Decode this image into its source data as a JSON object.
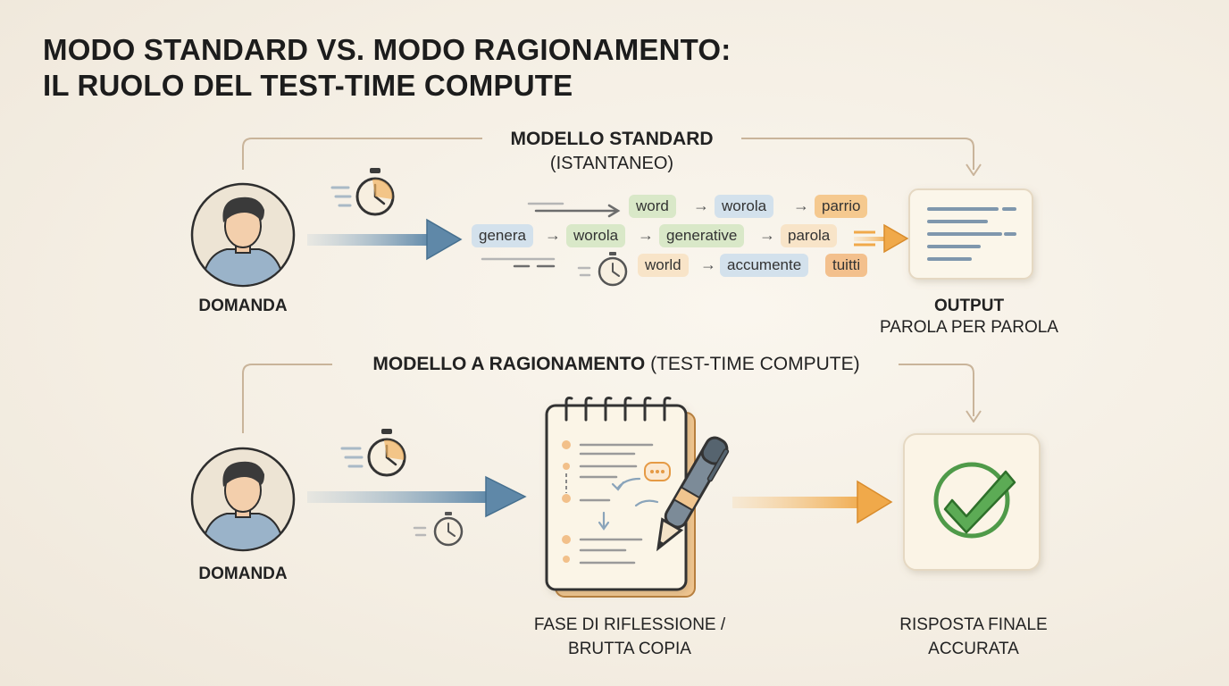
{
  "title": {
    "line1": "MODO STANDARD VS. MODO RAGIONAMENTO:",
    "line2": "IL RUOLO DEL TEST-TIME COMPUTE"
  },
  "standard": {
    "heading": "MODELLO STANDARD",
    "subheading": "(ISTANTANEO)",
    "input_label": "DOMANDA",
    "output_label": "OUTPUT",
    "output_sublabel": "PAROLA PER PAROLA",
    "tokens_row1": [
      "word",
      "worola",
      "parrio"
    ],
    "tokens_row2": [
      "genera",
      "worola",
      "generative",
      "parola"
    ],
    "tokens_row3": [
      "world",
      "accumente",
      "tuitti"
    ]
  },
  "reasoning": {
    "heading_bold": "MODELLO A RAGIONAMENTO",
    "heading_rest": "(TEST-TIME COMPUTE)",
    "input_label": "DOMANDA",
    "phase_label_line1": "FASE DI RIFLESSIONE /",
    "phase_label_line2": "BRUTTA COPIA",
    "output_label_line1": "RISPOSTA FINALE",
    "output_label_line2": "ACCURATA"
  },
  "colors": {
    "blue_arrow": "#5f88a8",
    "orange_arrow": "#f0a94a",
    "check_green": "#4f9a4a",
    "connector": "#c9b49a"
  },
  "icons": [
    "person-icon",
    "stopwatch-icon",
    "document-icon",
    "notepad-icon",
    "pen-icon",
    "checkmark-icon"
  ]
}
